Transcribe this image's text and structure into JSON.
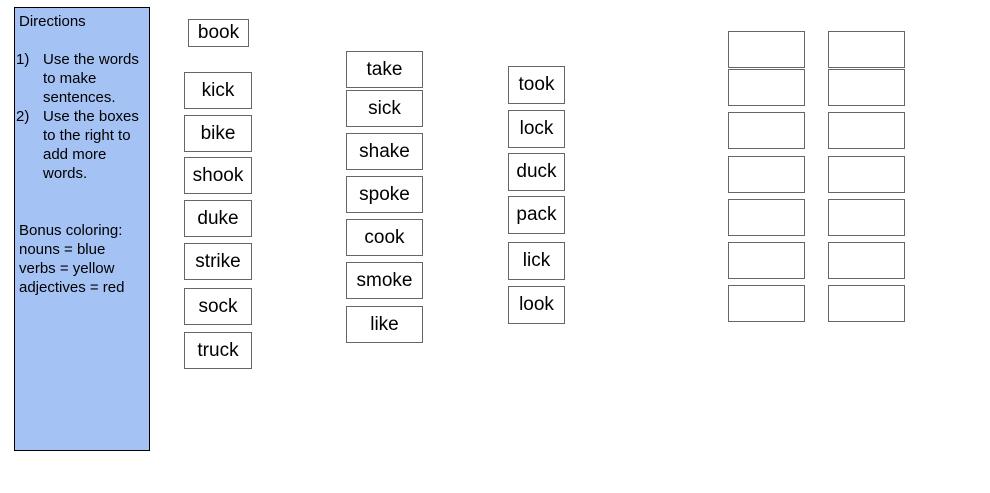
{
  "directions": {
    "title": "Directions",
    "steps": [
      {
        "num": "1)",
        "text": "Use the words to make sentences."
      },
      {
        "num": "2)",
        "text": "Use the boxes to the right to add more words."
      }
    ],
    "bonus_title": "Bonus coloring:",
    "bonus_items": [
      "nouns = blue",
      "verbs = yellow",
      "adjectives = red"
    ]
  },
  "word_tiles": {
    "column_1": [
      "book",
      "kick",
      "bike",
      "shook",
      "duke",
      "strike",
      "sock",
      "truck"
    ],
    "column_2": [
      "take",
      "sick",
      "shake",
      "spoke",
      "cook",
      "smoke",
      "like"
    ],
    "column_3": [
      "took",
      "lock",
      "duck",
      "pack",
      "lick",
      "look"
    ]
  }
}
